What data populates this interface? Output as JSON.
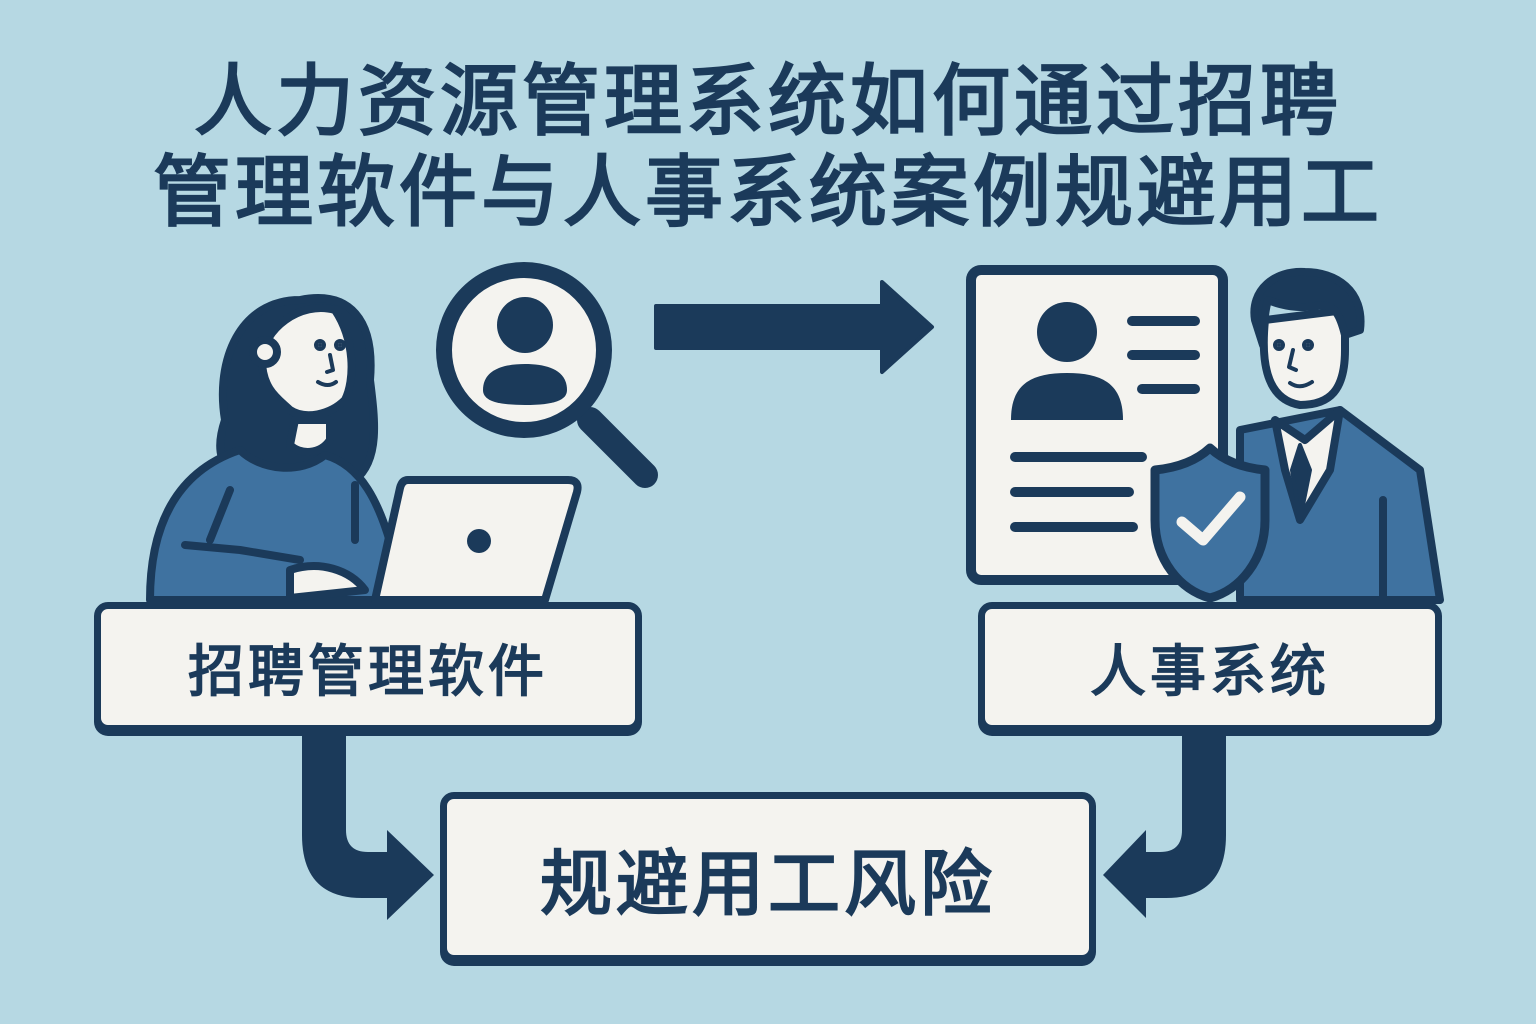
{
  "title": {
    "line1": "人力资源管理系统如何通过招聘",
    "line2": "管理软件与人事系统案例规避用工"
  },
  "nodes": {
    "recruit": "招聘管理软件",
    "hr": "人事系统",
    "risk": "规避用工风险"
  },
  "icons": {
    "left_person": "woman-at-laptop-icon",
    "search": "magnifier-person-icon",
    "arrow": "right-arrow-icon",
    "profile": "profile-document-icon",
    "right_person": "businessman-icon",
    "shield": "shield-check-icon"
  },
  "colors": {
    "background": "#b6d8e3",
    "navy": "#1b3a5a",
    "blue": "#3f72a0",
    "paper": "#f4f3ef"
  }
}
